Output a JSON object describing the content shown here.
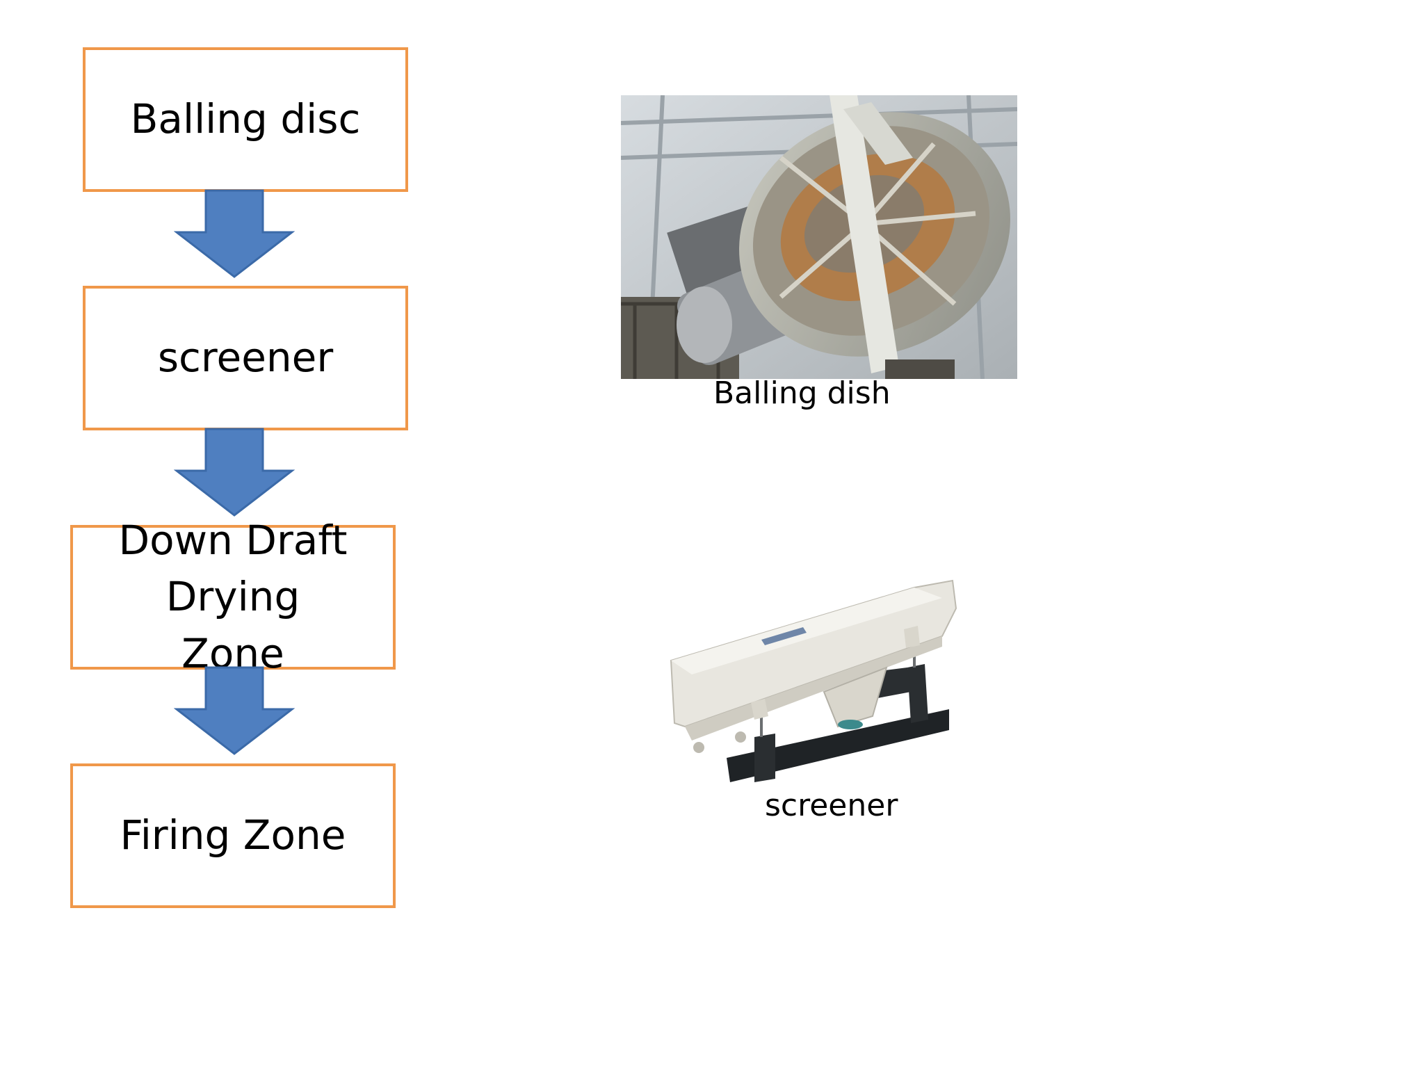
{
  "flow": {
    "steps": [
      {
        "label": "Balling disc"
      },
      {
        "label": "screener"
      },
      {
        "label": "Down Draft Drying Zone"
      },
      {
        "label": "Firing Zone"
      }
    ]
  },
  "images": {
    "balling": {
      "caption": "Balling dish"
    },
    "screener": {
      "caption": "screener"
    }
  },
  "colors": {
    "box_border": "#f0984a",
    "arrow_fill": "#4f7fc0",
    "arrow_stroke": "#3b6aa8"
  }
}
